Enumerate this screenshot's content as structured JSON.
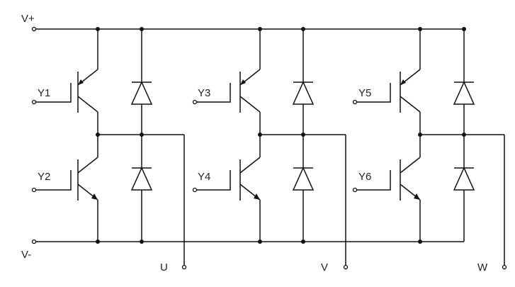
{
  "rails": {
    "positive_label": "V+",
    "negative_label": "V-"
  },
  "legs": [
    {
      "upper_gate": "Y1",
      "lower_gate": "Y2",
      "output": "U"
    },
    {
      "upper_gate": "Y3",
      "lower_gate": "Y4",
      "output": "V"
    },
    {
      "upper_gate": "Y5",
      "lower_gate": "Y6",
      "output": "W"
    }
  ]
}
